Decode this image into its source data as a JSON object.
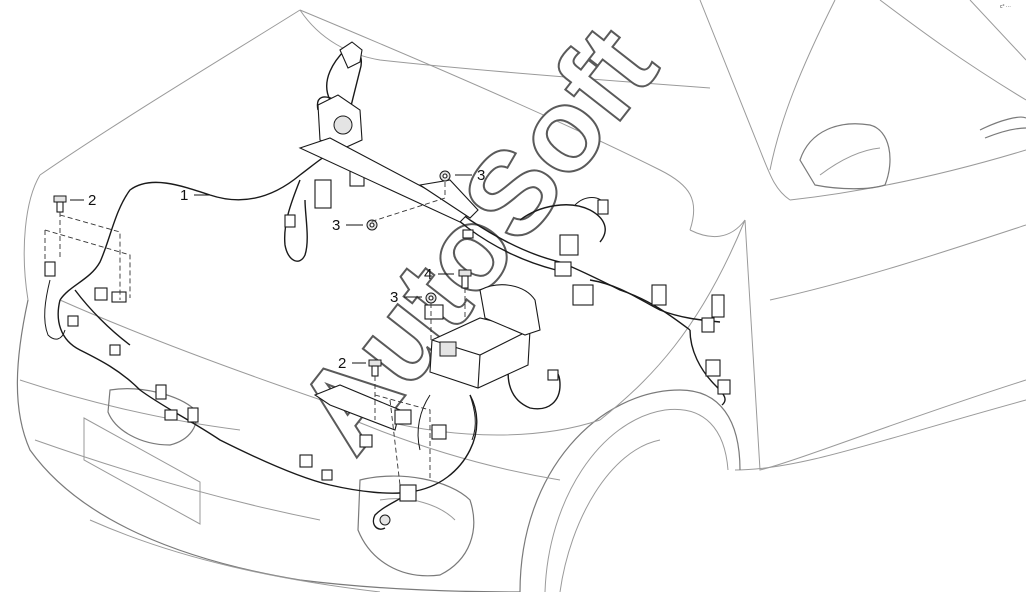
{
  "watermark": "AutoSoft",
  "corner_ref": "c° ···",
  "callouts": [
    {
      "id": "1",
      "label": "1"
    },
    {
      "id": "2a",
      "label": "2"
    },
    {
      "id": "2b",
      "label": "2"
    },
    {
      "id": "3a",
      "label": "3"
    },
    {
      "id": "3b",
      "label": "3"
    },
    {
      "id": "3c",
      "label": "3"
    },
    {
      "id": "4",
      "label": "4"
    }
  ]
}
